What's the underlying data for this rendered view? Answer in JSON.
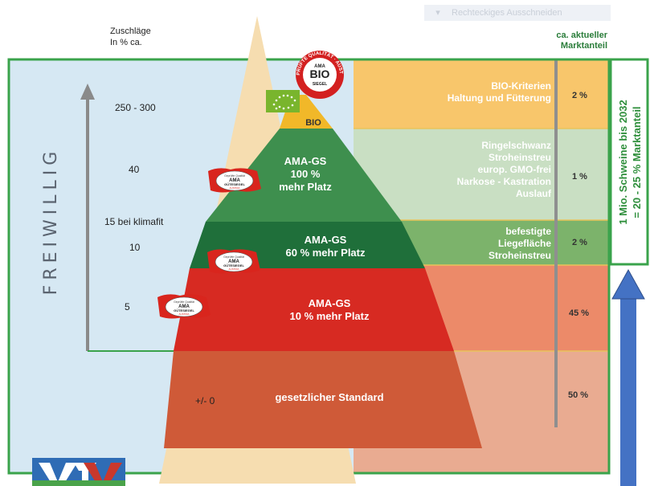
{
  "toolbar_hint": {
    "icon": "chevron-down-icon",
    "label": "Rechteckiges Ausschneiden"
  },
  "zuschlaege": {
    "title_line1": "Zuschläge",
    "title_line2": "In % ca.",
    "values": [
      "250 - 300",
      "40",
      "15 bei klimafit",
      "10",
      "5",
      "+/- 0"
    ]
  },
  "marktanteil": {
    "title_line1": "ca. aktueller",
    "title_line2": "Marktanteil",
    "values": [
      "2 %",
      "1 %",
      "2 %",
      "45 %",
      "50 %"
    ]
  },
  "freiwillig_label": "FREIWILLIG",
  "pyramid": {
    "bio": "BIO",
    "ama100": [
      "AMA-GS",
      "100 %",
      "mehr Platz"
    ],
    "ama60": [
      "AMA-GS",
      "60 % mehr Platz"
    ],
    "ama10": [
      "AMA-GS",
      "10 % mehr Platz"
    ],
    "standard": "gesetzlicher Standard"
  },
  "criteria": {
    "bio": [
      "BIO-Kriterien",
      "Haltung und Fütterung"
    ],
    "ama100": [
      "Ringelschwanz",
      "Stroheinstreu",
      "europ. GMO-frei",
      "Narkose - Kastration",
      "Auslauf"
    ],
    "ama60": [
      "befestigte",
      "Liegefläche",
      "Stroheinstreu"
    ]
  },
  "side_note": {
    "line1": "1 Mio. Schweine bis 2032",
    "line2": "= 20 - 25 % Marktanteil"
  },
  "seals": {
    "bio_top": "BIO",
    "bio_sub": "AMA",
    "bio_bottom": "SIEGEL",
    "bio_ring": "GEPRÜFTE QUALITÄT · AUSTRIA",
    "ama_top": "AMA",
    "ama_middle": "GÜTESIEGEL",
    "ama_bottom": "AUSTRIA",
    "ama_ring": "Geprüfte Qualität"
  },
  "logo_text": "VTV",
  "colors": {
    "green_frame": "#3aa34b",
    "light_blue": "#d6e8f3",
    "pyramid_outline": "#f6ddb0",
    "bio": "#f1b829",
    "ama100": "#3e8f4e",
    "ama60": "#1f6f3a",
    "ama10": "#d72a22",
    "standard": "#cf5a38",
    "row_bio": "#f8c66b",
    "row_ama100": "#c9dfc3",
    "row_ama60": "#7cb36b",
    "row_ama10": "#ec8a69",
    "row_standard": "#e9ab91",
    "blue_arrow": "#4472c4",
    "ama_red": "#d9251d"
  }
}
